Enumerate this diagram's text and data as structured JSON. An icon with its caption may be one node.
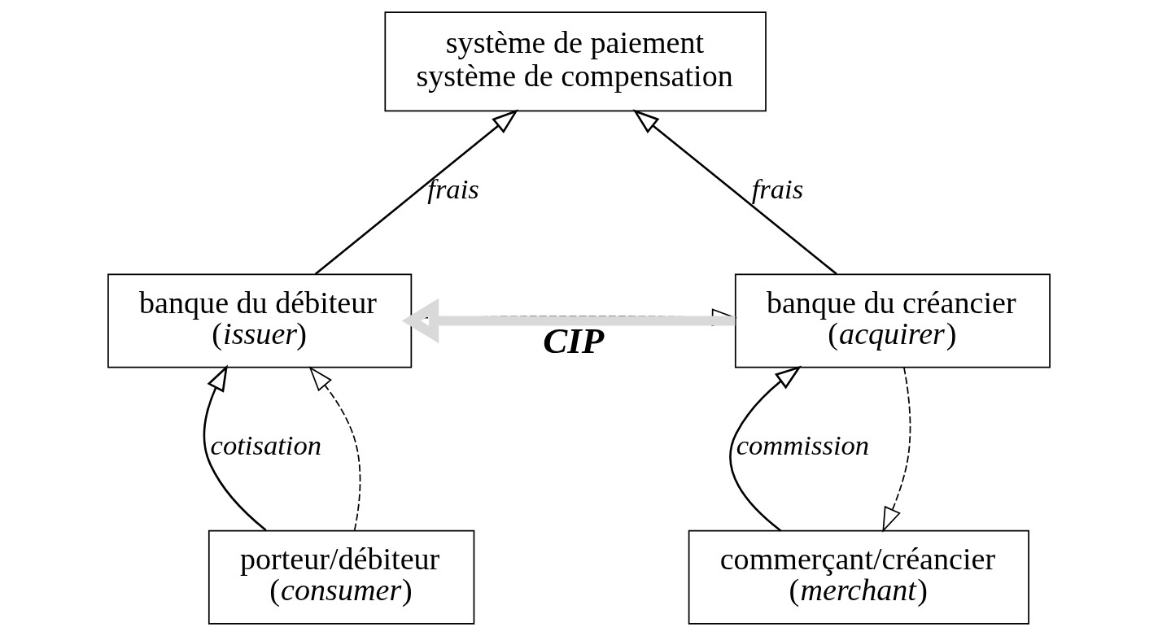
{
  "diagram": {
    "nodes": [
      {
        "text": [
          "système de paiement",
          "système de compensation"
        ]
      },
      {
        "text": [
          "banque du débiteur (*issuer*)"
        ]
      },
      {
        "text": [
          "banque du créancier (*acquirer*)"
        ]
      },
      {
        "text": [
          "porteur/débiteur (*consumer*)"
        ]
      },
      {
        "text": [
          "commerçant/créancier (*merchant*)"
        ]
      }
    ],
    "edges": [
      {
        "from": 1,
        "to": 0,
        "arrow": "to",
        "label": "frais"
      },
      {
        "from": 2,
        "to": 0,
        "arrow": "to",
        "label": "frais"
      },
      {
        "from": 2,
        "to": 1,
        "arrow": "to",
        "label": "CIP",
        "style": "thick",
        "color": "#d9d9d9"
      },
      {
        "from": 1,
        "to": 2,
        "arrow": "to",
        "style": "dashed"
      },
      {
        "from": 3,
        "to": 1,
        "arrow": "to",
        "label": "cotisation"
      },
      {
        "from": 3,
        "to": 1,
        "arrow": "to",
        "style": "dashed"
      },
      {
        "from": 2,
        "to": 4,
        "arrow": "to",
        "style": "dashed"
      },
      {
        "from": 4,
        "to": 2,
        "arrow": "to",
        "label": "commission"
      }
    ]
  }
}
